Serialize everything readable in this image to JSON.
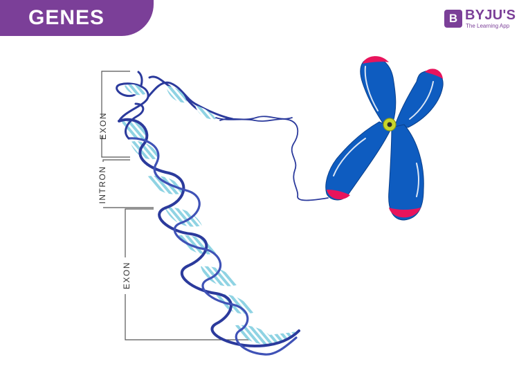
{
  "title": "GENES",
  "brand": {
    "badge": "B",
    "name": "BYJU'S",
    "tagline": "The Learning App"
  },
  "labels": {
    "exon_top": "EXON",
    "intron": "INTRON",
    "exon_bottom": "EXON"
  },
  "colors": {
    "banner": "#7b3f98",
    "dna_strand": "#2b3a9c",
    "dna_rungs": "#8fd3e3",
    "chromosome": "#0e5cc0",
    "telomere": "#e8145c",
    "centromere": "#c8d62b"
  }
}
